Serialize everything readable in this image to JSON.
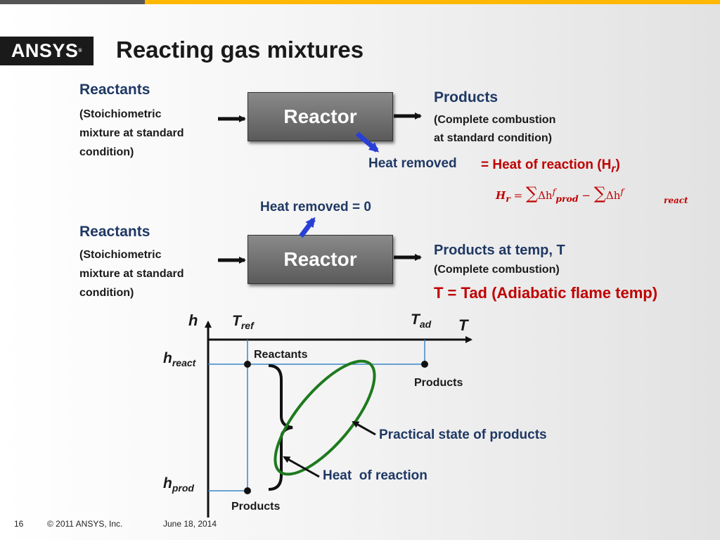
{
  "logo": "ANSYS",
  "title": "Reacting gas mixtures",
  "top": {
    "reactants_title": "Reactants",
    "reactants_line1": "(Stoichiometric",
    "reactants_line2": "mixture at standard",
    "reactants_line3": "condition)",
    "reactor": "Reactor",
    "products_title": "Products",
    "products_line1": "(Complete combustion",
    "products_line2": "at standard condition)",
    "heat_removed": "Heat removed",
    "heat_of_reaction": "= Heat of reaction (H",
    "hr_sub": "r",
    "close_paren": ")"
  },
  "equation": {
    "lhs": "H",
    "lhs_sub": "r",
    "eq": "=",
    "sum": "∑",
    "dh": "Δh",
    "f": "f",
    "prod": "prod",
    "minus": "−",
    "react": "react"
  },
  "bottom": {
    "heat_removed_zero": "Heat removed = 0",
    "reactants_title": "Reactants",
    "reactants_line1": "(Stoichiometric",
    "reactants_line2": "mixture at standard",
    "reactants_line3": "condition)",
    "reactor": "Reactor",
    "products_title": "Products at temp, T",
    "products_line1": "(Complete combustion)",
    "tad_line": "T = Tad (Adiabatic flame temp)"
  },
  "graph": {
    "h": "h",
    "T": "T",
    "tref": "T",
    "tref_sub": "ref",
    "tad": "T",
    "tad_sub": "ad",
    "hreact": "h",
    "hreact_sub": "react",
    "hprod": "h",
    "hprod_sub": "prod",
    "reactants": "Reactants",
    "products_right": "Products",
    "products_bottom": "Products",
    "practical": "Practical state of products",
    "heat_of_reaction": "Heat  of reaction"
  },
  "footer": {
    "page": "16",
    "copyright": "© 2011 ANSYS, Inc.",
    "date": "June 18, 2014"
  },
  "colors": {
    "dark_blue_text": "#1f3864",
    "red_text": "#c00000",
    "green_ellipse": "#1e7a1e",
    "blue_lines": "#3a86c8",
    "accent_bar": "#ffb800"
  }
}
